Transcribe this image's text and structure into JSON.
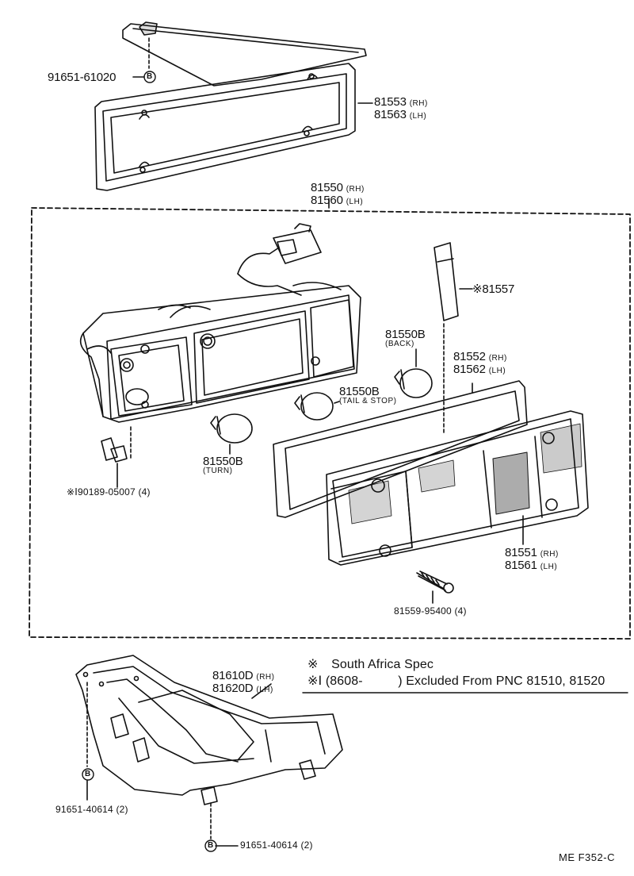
{
  "parts": {
    "p91651_61020": "91651-61020",
    "bolt_marker": "B",
    "p81553": "81553",
    "p81563": "81563",
    "rh": "(RH)",
    "lh": "(LH)",
    "p81550": "81550",
    "p81560": "81560",
    "p81557": "※81557",
    "p81550B_back": "81550B",
    "back": "(BACK)",
    "p81552": "81552",
    "p81562": "81562",
    "p81550B_tail": "81550B",
    "tail_stop": "(TAIL & STOP)",
    "p81550B_turn": "81550B",
    "turn": "(TURN)",
    "p90189": "※Ⅰ90189-05007 (4)",
    "p81551": "81551",
    "p81561": "81561",
    "p81559": "81559-95400 (4)",
    "p81610D": "81610D",
    "p81620D": "81620D",
    "p91651_40614_a": "91651-40614 (2)",
    "p91651_40614_b": "91651-40614 (2)"
  },
  "notes": {
    "line1_mark": "※",
    "line1_text": "South Africa Spec",
    "line2_mark": "※Ⅰ",
    "line2_text": "(8608-",
    "line2_text2": ") Excluded From PNC 81510, 81520"
  },
  "footer": {
    "code": "ME  F352-C"
  }
}
